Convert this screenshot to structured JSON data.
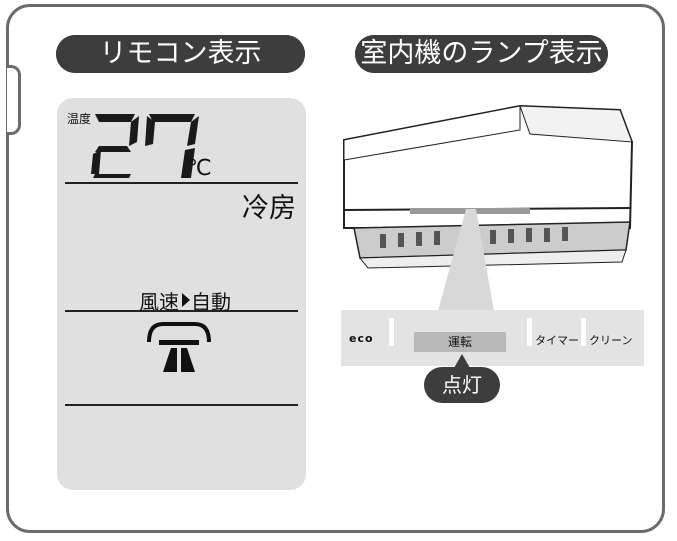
{
  "left_heading": "リモコン表示",
  "right_heading": "室内機のランプ表示",
  "remote": {
    "temp_label": "温度",
    "temp_value": "27",
    "temp_unit": "℃",
    "mode": "冷房",
    "fan_label": "風速",
    "fan_value": "自動"
  },
  "indicator": {
    "eco": "eco",
    "run": "運転",
    "timer": "タイマー",
    "clean": "クリーン"
  },
  "lamp_state": "点灯",
  "colors": {
    "frame": "#6b6b6b",
    "pill": "#3d3d3d",
    "remote_bg": "#e0e0e0",
    "panel_bg": "#e3e3e3",
    "run_bg": "#b9b9b9"
  }
}
